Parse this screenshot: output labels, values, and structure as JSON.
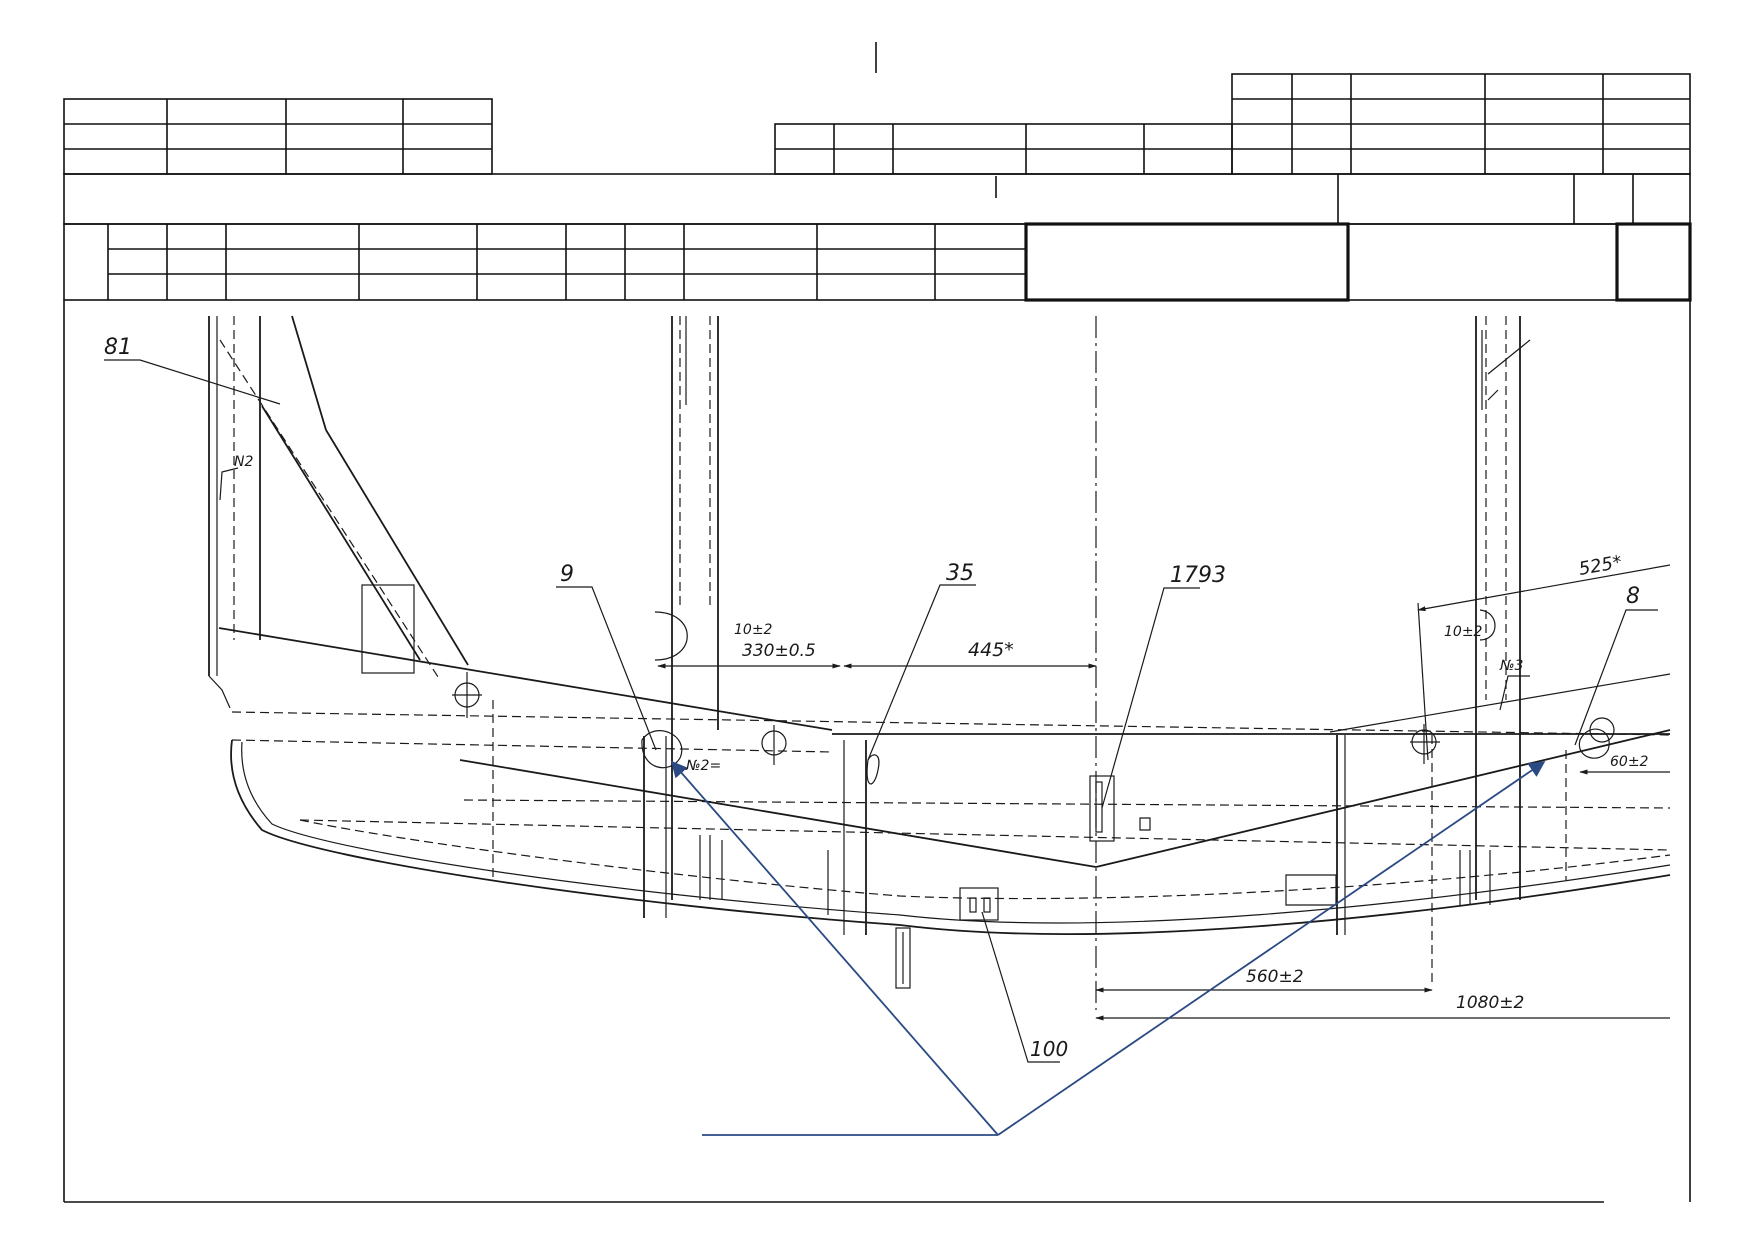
{
  "drawing": {
    "callouts": [
      {
        "id": "81",
        "text": "81"
      },
      {
        "id": "9",
        "text": "9"
      },
      {
        "id": "35",
        "text": "35"
      },
      {
        "id": "1793",
        "text": "1793"
      },
      {
        "id": "8",
        "text": "8"
      },
      {
        "id": "100",
        "text": "100"
      }
    ],
    "weld_marks": {
      "n2_upper": "N2",
      "n2_lower": "№2=",
      "n3": "№3"
    },
    "dimensions": {
      "d_330": "330±0.5",
      "d_445": "445*",
      "d_525": "525*",
      "d_10_left": "10±2",
      "d_10_right": "10±2",
      "d_60": "60±2",
      "d_560": "560±2",
      "d_1080": "1080±2"
    }
  },
  "colors": {
    "ink": "#1a1a1a",
    "arrow": "#2b4a84",
    "paper": "#ffffff"
  }
}
